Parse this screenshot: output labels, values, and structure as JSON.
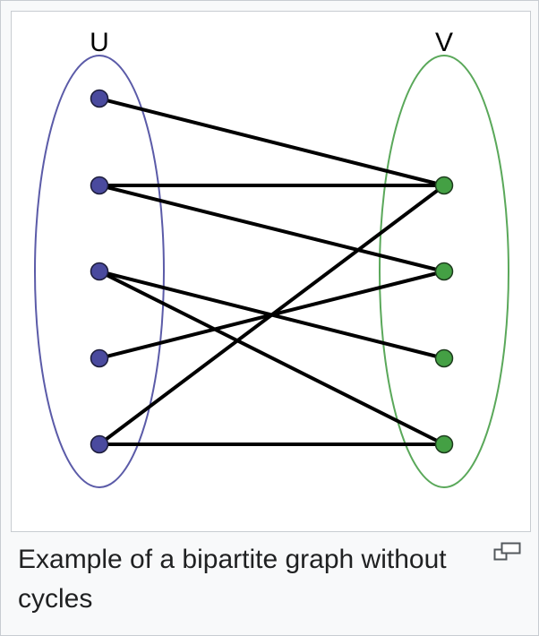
{
  "diagram": {
    "sets": [
      {
        "id": "U",
        "label": "U",
        "color": "#5b5ba8"
      },
      {
        "id": "V",
        "label": "V",
        "color": "#5aa85a"
      }
    ],
    "vertex_colors": {
      "U": "#4a4a9e",
      "V": "#44a044"
    },
    "edge_color": "#000000",
    "u_vertex_count": 5,
    "v_vertex_count": 4,
    "edges": [
      {
        "u": 1,
        "v": 1
      },
      {
        "u": 2,
        "v": 1
      },
      {
        "u": 2,
        "v": 2
      },
      {
        "u": 3,
        "v": 3
      },
      {
        "u": 3,
        "v": 4
      },
      {
        "u": 4,
        "v": 2
      },
      {
        "u": 5,
        "v": 1
      },
      {
        "u": 5,
        "v": 4
      }
    ]
  },
  "caption": {
    "text": "Example of a bipartite graph without cycles",
    "magnify_icon": "magnify-icon"
  }
}
